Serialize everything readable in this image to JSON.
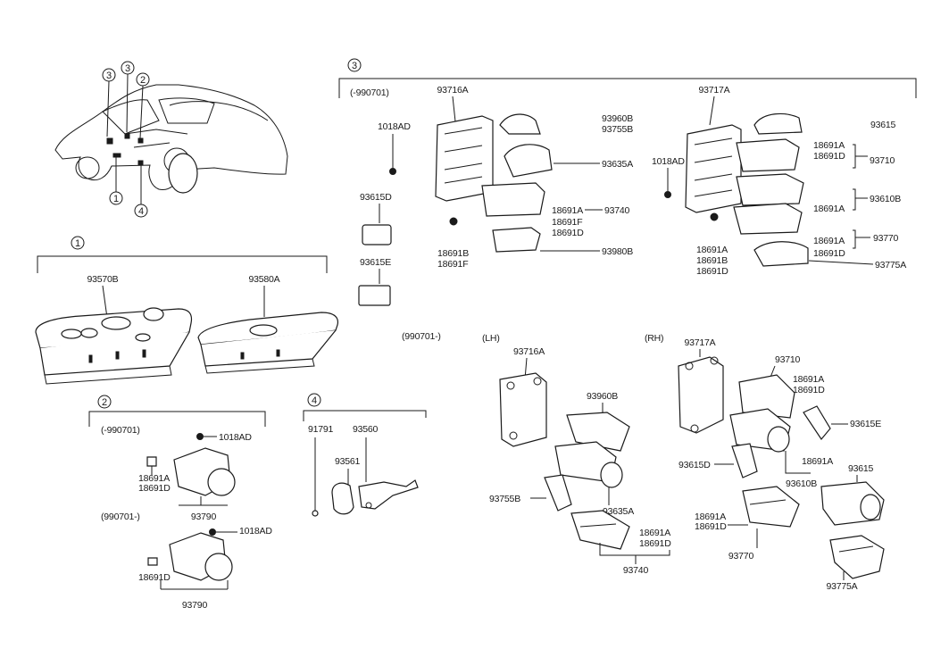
{
  "car": {
    "callouts": [
      "3",
      "3",
      "2",
      "1",
      "4"
    ]
  },
  "group1": {
    "index": "1",
    "parts": [
      "93570B",
      "93580A"
    ]
  },
  "group2": {
    "index": "2",
    "early_range": "(-990701)",
    "late_range": "(990701-)",
    "screw_top": "1018AD",
    "clip_top_a": "18691A",
    "clip_top_b": "18691D",
    "switch_top": "93790",
    "screw_bottom": "1018AD",
    "clip_bottom": "18691D",
    "switch_bottom": "93790"
  },
  "group4": {
    "index": "4",
    "labels": [
      "91791",
      "93560",
      "93561"
    ]
  },
  "group3": {
    "index": "3",
    "early_range": "(-990701)",
    "late_range": "(990701-)",
    "left": {
      "bracket": "93716A",
      "screw": "1018AD",
      "p1": "93615D",
      "p2": "93615E",
      "c1": "93960B",
      "c2": "93755B",
      "c3": "93635A",
      "c4a": "18691A",
      "c4b": "93740",
      "c5a": "18691F",
      "c5b": "18691D",
      "c6": "93980B",
      "c7a": "18691B",
      "c7b": "18691F"
    },
    "right": {
      "bracket": "93717A",
      "screw": "1018AD",
      "r1": "93615",
      "r2a": "18691A",
      "r2b": "18691D",
      "r2c": "93710",
      "r3a": "18691A",
      "r3b": "93610B",
      "r4a": "18691A",
      "r4b": "18691D",
      "r4c": "93770",
      "r5a": "18691A",
      "r5b": "18691B",
      "r5c": "18691D",
      "r6": "93775A"
    },
    "lh": {
      "side": "(LH)",
      "bracket": "93716A",
      "a": "93960B",
      "b": "93755B",
      "c": "93635A",
      "d1": "18691A",
      "d2": "18691D",
      "e": "93740"
    },
    "rh": {
      "side": "(RH)",
      "bracket": "93717A",
      "a": "93710",
      "a1": "18691A",
      "a2": "18691D",
      "b": "93615E",
      "c": "93615D",
      "d1": "18691A",
      "d2": "93610B",
      "e": "93615",
      "f1": "18691A",
      "f2": "18691D",
      "g": "93770",
      "h": "93775A"
    }
  }
}
